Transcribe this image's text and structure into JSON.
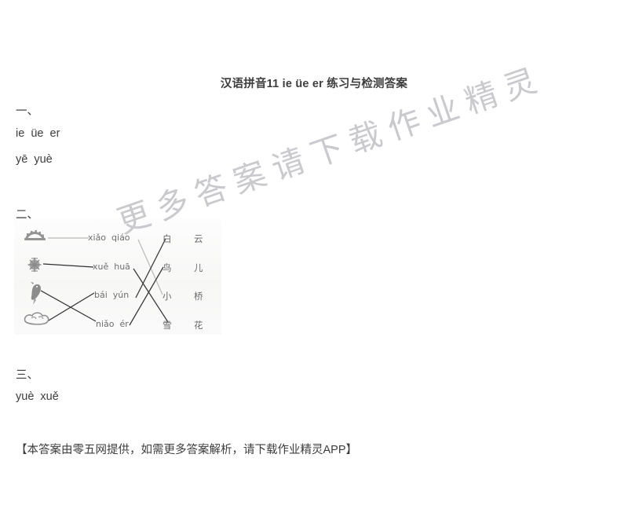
{
  "document": {
    "title": "汉语拼音11 ie üe er 练习与检测答案",
    "background_color": "#ffffff",
    "text_color": "#3d3d3d"
  },
  "watermark": {
    "text": "更多答案请下载作业精灵",
    "color": "#c9c9ce",
    "rotation_deg": -19
  },
  "sections": [
    {
      "number": "一、",
      "lines": [
        "ie  üe  er",
        "yē  yuè"
      ]
    },
    {
      "number": "二、",
      "lines": []
    },
    {
      "number": "三、",
      "lines": [
        "yuè  xuě"
      ]
    }
  ],
  "exercise_image": {
    "name": "matching-exercise-scan",
    "background_color": "#fbfbfb",
    "icons": [
      {
        "name": "bridge-icon",
        "row": 1
      },
      {
        "name": "snowflake-icon",
        "row": 2
      },
      {
        "name": "bird-icon",
        "row": 3
      },
      {
        "name": "cloud-icon",
        "row": 4
      }
    ],
    "pinyin_column": [
      "xiǎo  qiáo",
      "xuě  huā",
      "bái  yún",
      "niǎo  ér"
    ],
    "hanzi_column_1": [
      "白",
      "鸟",
      "小",
      "雪"
    ],
    "hanzi_column_2": [
      "云",
      "儿",
      "桥",
      "花"
    ],
    "matches": [
      {
        "from": "xiǎo qiáo",
        "to": "小",
        "line_color": "#b9b9b9"
      },
      {
        "from": "xuě huā",
        "to": "雪",
        "line_color": "#4a4a4a"
      },
      {
        "from": "bái yún",
        "to": "白",
        "line_color": "#4a4a4a"
      },
      {
        "from": "niǎo ér",
        "to": "鸟",
        "line_color": "#4a4a4a"
      },
      {
        "from": "bridge-icon",
        "to": "xiǎo qiáo",
        "line_color": "#b9b9b9"
      },
      {
        "from": "snowflake-icon",
        "to": "xuě huā",
        "line_color": "#3a3a3a"
      },
      {
        "from": "bird-icon",
        "to": "niǎo ér",
        "line_color": "#3a3a3a"
      },
      {
        "from": "cloud-icon",
        "to": "bái yún",
        "line_color": "#3a3a3a"
      }
    ]
  },
  "footer": {
    "text": "【本答案由零五网提供，如需更多答案解析，请下载作业精灵APP】"
  }
}
